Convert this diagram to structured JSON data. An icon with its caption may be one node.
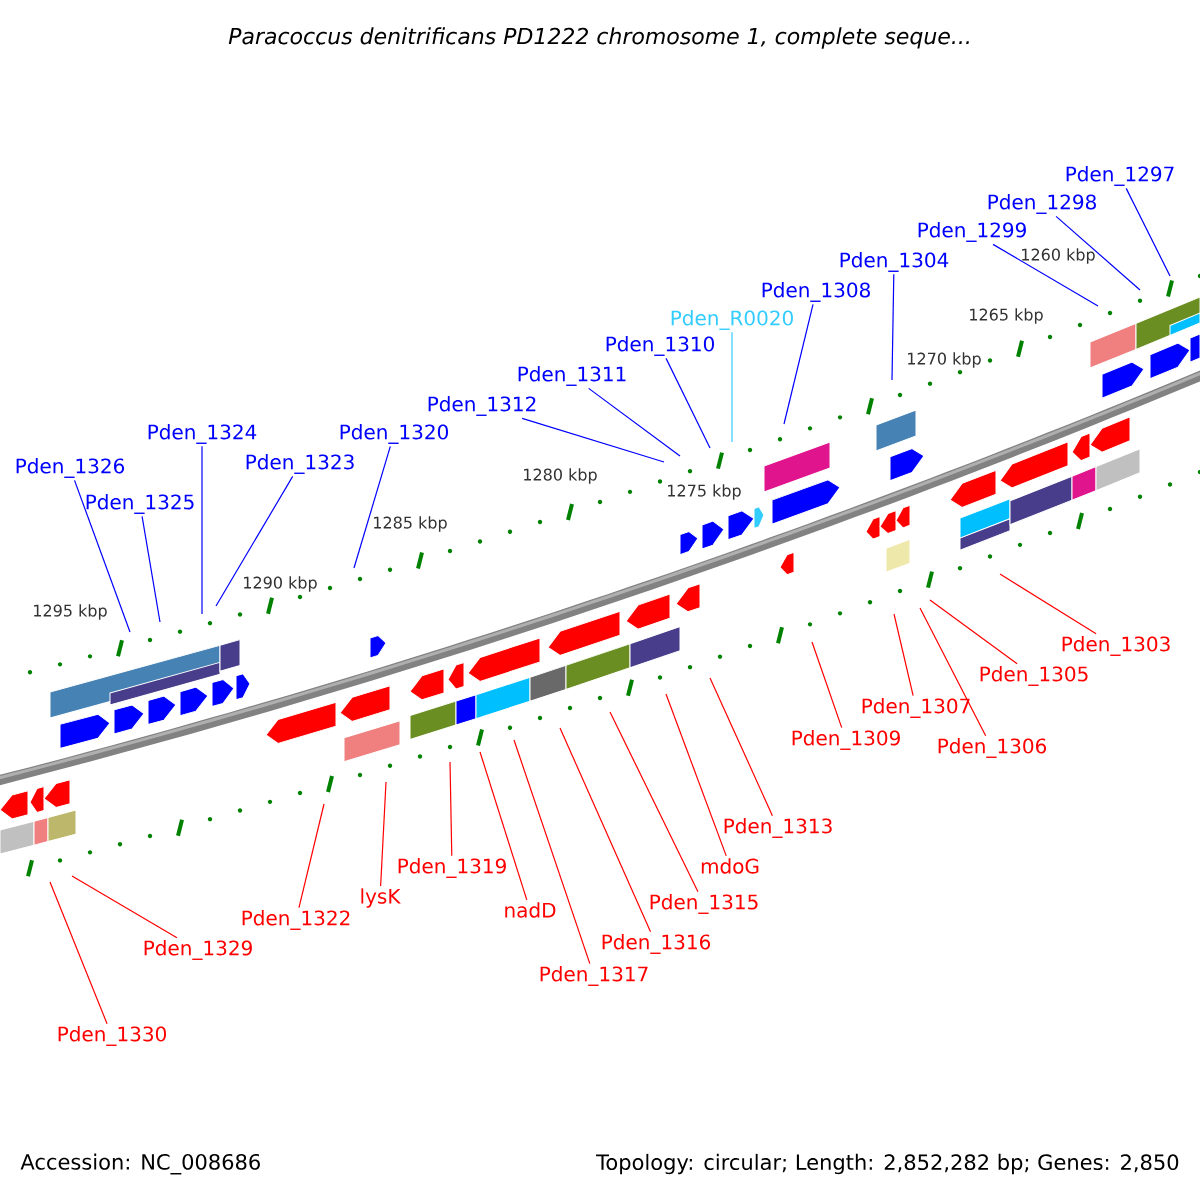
{
  "diagram": {
    "title": "Paracoccus denitrificans PD1222 chromosome 1, complete seque...",
    "nodes": [
      {
        "text": [
          "Pden_1326"
        ]
      },
      {
        "text": [
          "Pden_1325"
        ]
      },
      {
        "text": [
          "Pden_1324"
        ]
      },
      {
        "text": [
          "Pden_1323"
        ]
      },
      {
        "text": [
          "Pden_1320"
        ]
      },
      {
        "text": [
          "Pden_1312"
        ]
      },
      {
        "text": [
          "Pden_1311"
        ]
      },
      {
        "text": [
          "Pden_1310"
        ]
      },
      {
        "text": [
          "Pden_R0020"
        ]
      },
      {
        "text": [
          "Pden_1308"
        ]
      },
      {
        "text": [
          "Pden_1304"
        ]
      },
      {
        "text": [
          "Pden_1299"
        ]
      },
      {
        "text": [
          "Pden_1298"
        ]
      },
      {
        "text": [
          "Pden_1297"
        ]
      },
      {
        "text": [
          "Pden_1330"
        ]
      },
      {
        "text": [
          "Pden_1329"
        ]
      },
      {
        "text": [
          "Pden_1322"
        ]
      },
      {
        "text": [
          "lysK"
        ]
      },
      {
        "text": [
          "Pden_1319"
        ]
      },
      {
        "text": [
          "nadD"
        ]
      },
      {
        "text": [
          "Pden_1317"
        ]
      },
      {
        "text": [
          "Pden_1316"
        ]
      },
      {
        "text": [
          "Pden_1315"
        ]
      },
      {
        "text": [
          "mdoG"
        ]
      },
      {
        "text": [
          "Pden_1313"
        ]
      },
      {
        "text": [
          "Pden_1309"
        ]
      },
      {
        "text": [
          "Pden_1307"
        ]
      },
      {
        "text": [
          "Pden_1306"
        ]
      },
      {
        "text": [
          "Pden_1305"
        ]
      },
      {
        "text": [
          "Pden_1303"
        ]
      }
    ],
    "edges": [
      {
        "from": 0,
        "to": null,
        "arrow": "none",
        "color": "#0000ff"
      },
      {
        "from": 1,
        "to": null,
        "arrow": "none",
        "color": "#0000ff"
      },
      {
        "from": 2,
        "to": null,
        "arrow": "none",
        "color": "#0000ff"
      },
      {
        "from": 3,
        "to": null,
        "arrow": "none",
        "color": "#0000ff"
      },
      {
        "from": 4,
        "to": null,
        "arrow": "none",
        "color": "#0000ff"
      },
      {
        "from": 5,
        "to": null,
        "arrow": "none",
        "color": "#0000ff"
      },
      {
        "from": 6,
        "to": null,
        "arrow": "none",
        "color": "#0000ff"
      },
      {
        "from": 7,
        "to": null,
        "arrow": "none",
        "color": "#0000ff"
      },
      {
        "from": 8,
        "to": null,
        "arrow": "none",
        "color": "#33ccff"
      },
      {
        "from": 9,
        "to": null,
        "arrow": "none",
        "color": "#0000ff"
      },
      {
        "from": 10,
        "to": null,
        "arrow": "none",
        "color": "#0000ff"
      },
      {
        "from": 11,
        "to": null,
        "arrow": "none",
        "color": "#0000ff"
      },
      {
        "from": 12,
        "to": null,
        "arrow": "none",
        "color": "#0000ff"
      },
      {
        "from": 13,
        "to": null,
        "arrow": "none",
        "color": "#0000ff"
      },
      {
        "from": 14,
        "to": null,
        "arrow": "none",
        "color": "#ff0000"
      },
      {
        "from": 15,
        "to": null,
        "arrow": "none",
        "color": "#ff0000"
      },
      {
        "from": 16,
        "to": null,
        "arrow": "none",
        "color": "#ff0000"
      },
      {
        "from": 17,
        "to": null,
        "arrow": "none",
        "color": "#ff0000"
      },
      {
        "from": 18,
        "to": null,
        "arrow": "none",
        "color": "#ff0000"
      },
      {
        "from": 19,
        "to": null,
        "arrow": "none",
        "color": "#ff0000"
      },
      {
        "from": 20,
        "to": null,
        "arrow": "none",
        "color": "#ff0000"
      },
      {
        "from": 21,
        "to": null,
        "arrow": "none",
        "color": "#ff0000"
      },
      {
        "from": 22,
        "to": null,
        "arrow": "none",
        "color": "#ff0000"
      },
      {
        "from": 23,
        "to": null,
        "arrow": "none",
        "color": "#ff0000"
      },
      {
        "from": 24,
        "to": null,
        "arrow": "none",
        "color": "#ff0000"
      },
      {
        "from": 25,
        "to": null,
        "arrow": "none",
        "color": "#ff0000"
      },
      {
        "from": 26,
        "to": null,
        "arrow": "none",
        "color": "#ff0000"
      },
      {
        "from": 27,
        "to": null,
        "arrow": "none",
        "color": "#ff0000"
      },
      {
        "from": 28,
        "to": null,
        "arrow": "none",
        "color": "#ff0000"
      },
      {
        "from": 29,
        "to": null,
        "arrow": "none",
        "color": "#ff0000"
      }
    ],
    "labels": [
      "1260 kbp",
      "1265 kbp",
      "1270 kbp",
      "1275 kbp",
      "1280 kbp",
      "1285 kbp",
      "1290 kbp",
      "1295 kbp",
      "Accession: NC_008686",
      "Topology: circular; Length: 2,852,282 bp; Genes: 2,850"
    ]
  }
}
